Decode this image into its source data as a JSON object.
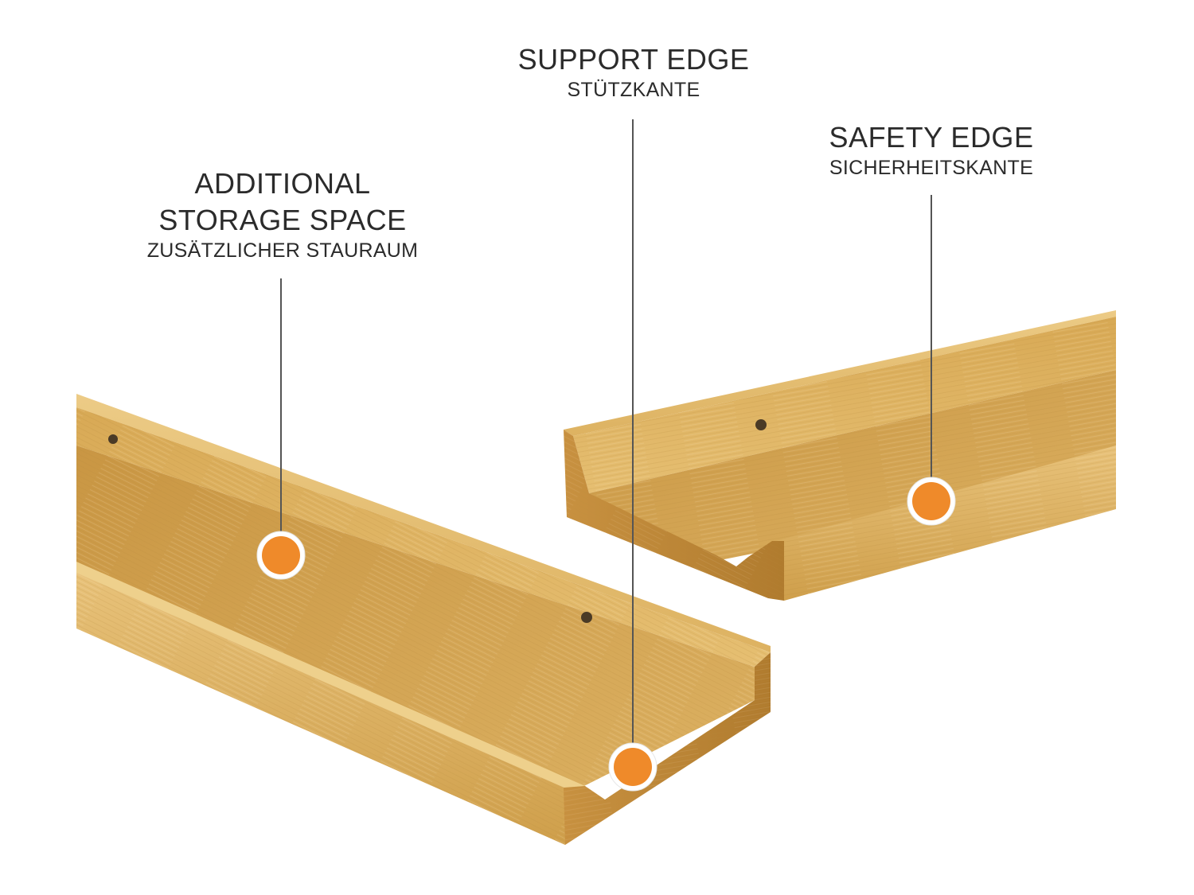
{
  "labels": {
    "storage": {
      "en": "ADDITIONAL\nSTORAGE SPACE",
      "de": "ZUSÄTZLICHER STAURAUM"
    },
    "support": {
      "en": "SUPPORT EDGE",
      "de": "STÜTZKANTE"
    },
    "safety": {
      "en": "SAFETY EDGE",
      "de": "SICHERHEITSKANTE"
    }
  },
  "colors": {
    "marker_fill": "#ef8a2a",
    "marker_ring": "#ffffff",
    "leader_line": "#555555",
    "wood_light": "#e8c47a",
    "wood_mid": "#d9ab56",
    "wood_dark": "#c08c3a"
  }
}
